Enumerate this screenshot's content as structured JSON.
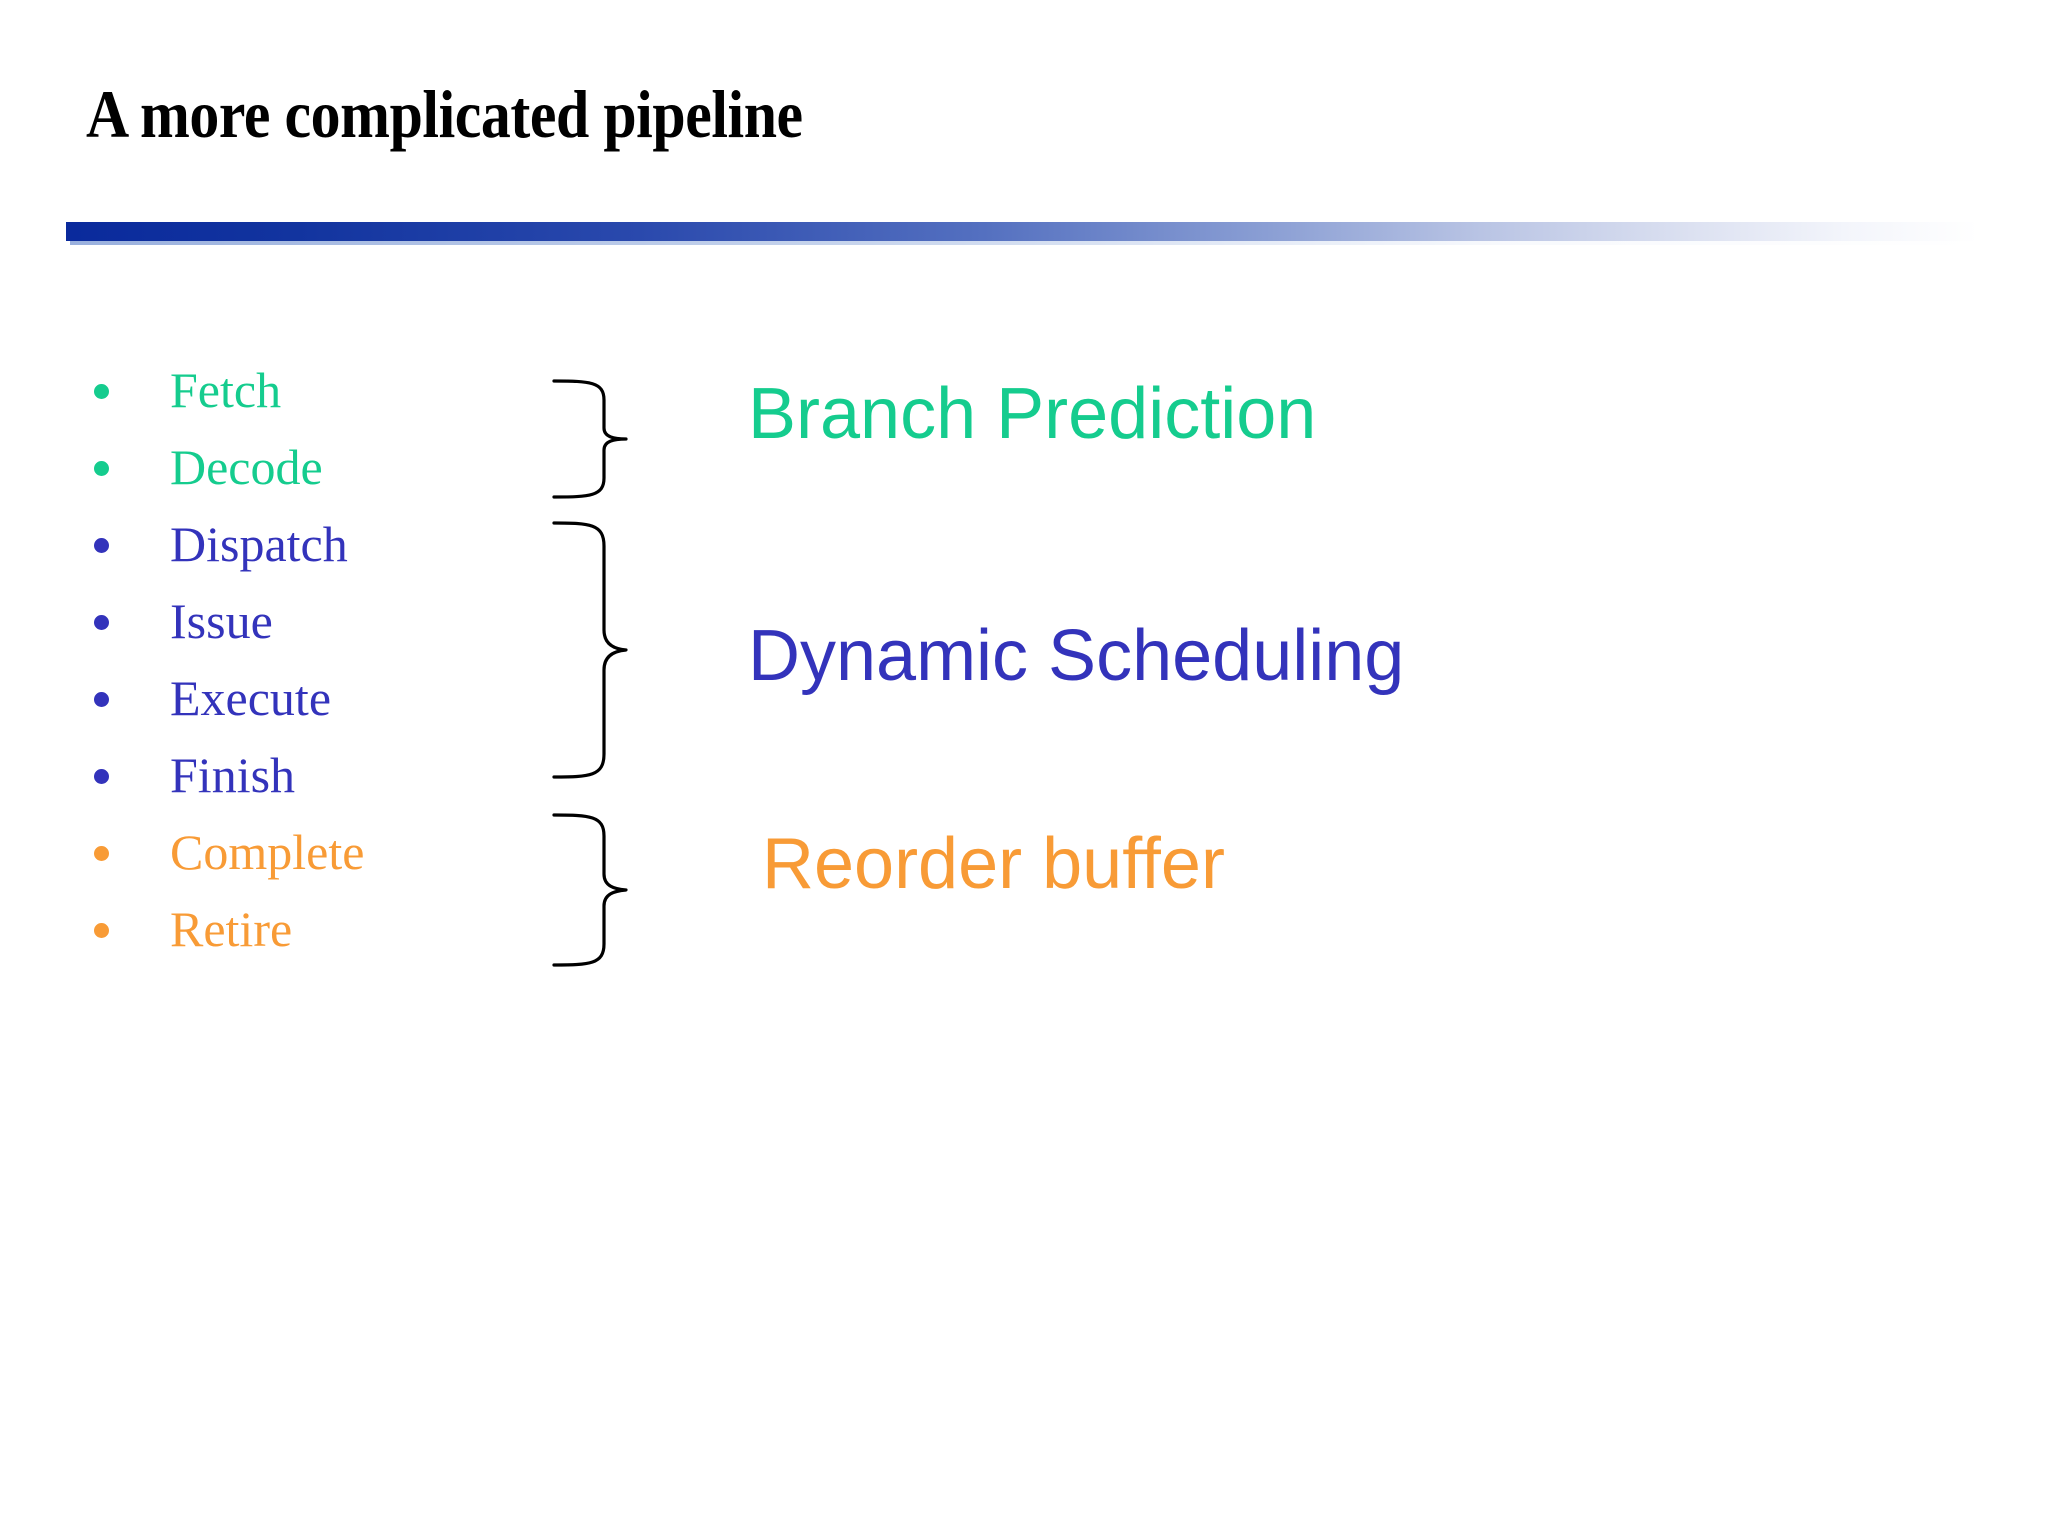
{
  "slide": {
    "title": "A more complicated pipeline",
    "background_color": "#ffffff",
    "title_color": "#000000",
    "rule_gradient_start": "#0a2a9c",
    "rule_gradient_end": "#ffffff"
  },
  "colors": {
    "green": "#15cc8e",
    "blue": "#3333bb",
    "orange": "#f89b36",
    "brace": "#000000"
  },
  "stages": [
    {
      "label": "Fetch",
      "color_key": "green",
      "group": "branch-prediction"
    },
    {
      "label": "Decode",
      "color_key": "green",
      "group": "branch-prediction"
    },
    {
      "label": "Dispatch",
      "color_key": "blue",
      "group": "dynamic-scheduling"
    },
    {
      "label": "Issue",
      "color_key": "blue",
      "group": "dynamic-scheduling"
    },
    {
      "label": "Execute",
      "color_key": "blue",
      "group": "dynamic-scheduling"
    },
    {
      "label": "Finish",
      "color_key": "blue",
      "group": "dynamic-scheduling"
    },
    {
      "label": "Complete",
      "color_key": "orange",
      "group": "reorder-buffer"
    },
    {
      "label": "Retire",
      "color_key": "orange",
      "group": "reorder-buffer"
    }
  ],
  "groups": [
    {
      "id": "branch-prediction",
      "heading": "Branch Prediction",
      "color_key": "green",
      "stage_count": 2
    },
    {
      "id": "dynamic-scheduling",
      "heading": "Dynamic Scheduling",
      "color_key": "blue",
      "stage_count": 4
    },
    {
      "id": "reorder-buffer",
      "heading": "Reorder buffer",
      "color_key": "orange",
      "stage_count": 2
    }
  ]
}
